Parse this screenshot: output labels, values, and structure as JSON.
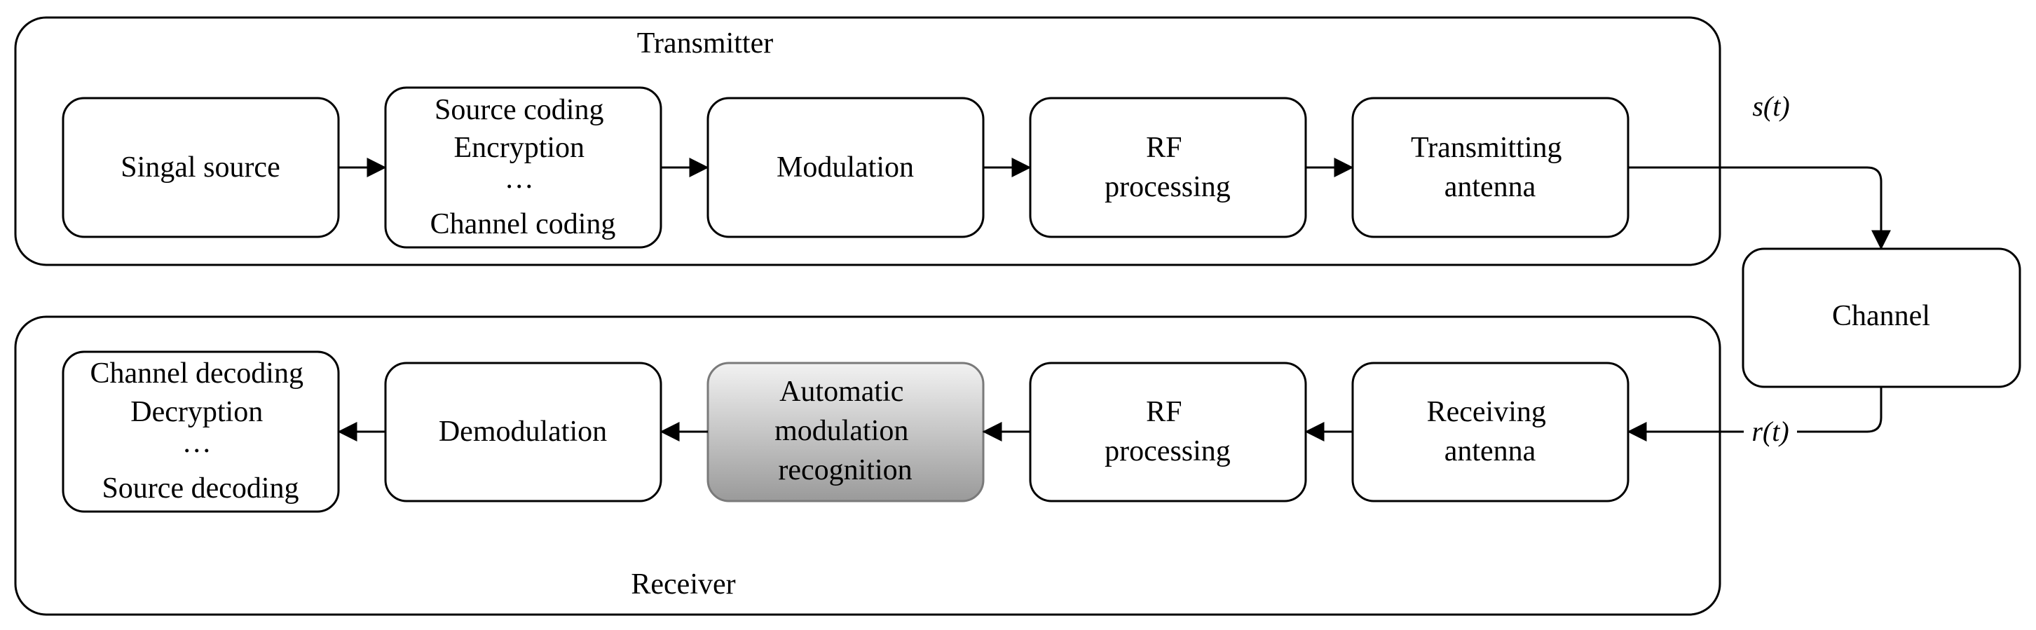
{
  "transmitter": {
    "label": "Transmitter",
    "blocks": [
      {
        "lines": [
          "Singal source"
        ]
      },
      {
        "lines": [
          "Source coding",
          "Encryption",
          "…",
          "Channel coding"
        ]
      },
      {
        "lines": [
          "Modulation"
        ]
      },
      {
        "lines": [
          "RF",
          "processing"
        ]
      },
      {
        "lines": [
          "Transmitting",
          "antenna"
        ]
      }
    ]
  },
  "channel": {
    "label": "Channel"
  },
  "signals": {
    "transmitted": "s(t)",
    "received": "r(t)"
  },
  "receiver": {
    "label": "Receiver",
    "blocks": [
      {
        "lines": [
          "Channel decoding",
          "Decryption",
          "…",
          "Source decoding"
        ]
      },
      {
        "lines": [
          "Demodulation"
        ]
      },
      {
        "lines": [
          "Automatic",
          "modulation",
          "recognition"
        ],
        "highlighted": true
      },
      {
        "lines": [
          "RF",
          "processing"
        ]
      },
      {
        "lines": [
          "Receiving",
          "antenna"
        ]
      }
    ]
  },
  "colors": {
    "highlight_top": "#f2f2f2",
    "highlight_bottom": "#9a9a9a",
    "stroke": "#000000"
  }
}
